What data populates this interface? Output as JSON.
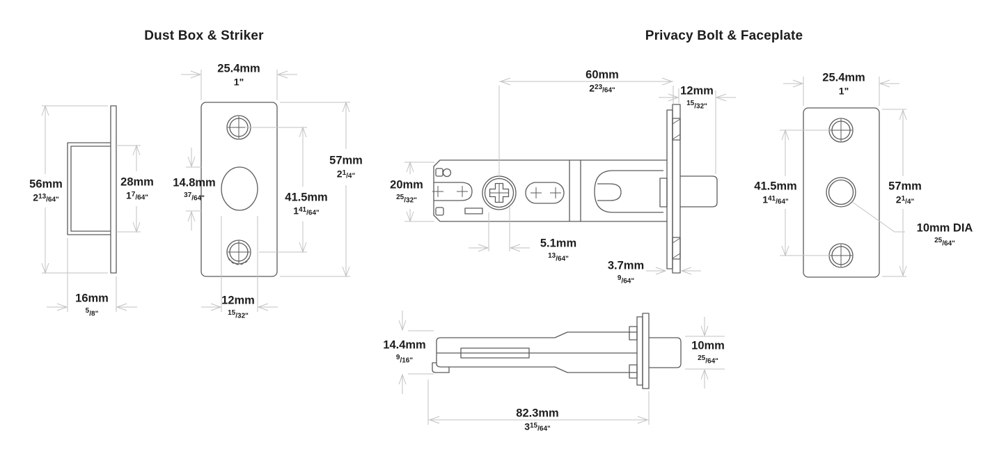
{
  "titles": {
    "left": "Dust Box & Striker",
    "right": "Privacy Bolt & Faceplate"
  },
  "colors": {
    "background": "#ffffff",
    "part_line": "#5a5a5c",
    "dimension_line": "#c2c2c2",
    "text": "#1d1d1f"
  },
  "dims": {
    "dustbox_height": {
      "mm": "56mm",
      "w": "2",
      "n": "13",
      "d": "/64\""
    },
    "dustbox_inner_height": {
      "mm": "28mm",
      "w": "1",
      "n": "7",
      "d": "/64\""
    },
    "dustbox_depth": {
      "mm": "16mm",
      "n": "5",
      "d": "/8\""
    },
    "striker_width": {
      "mm": "25.4mm",
      "w": "1\""
    },
    "striker_height": {
      "mm": "57mm",
      "w": "2",
      "n": "1",
      "d": "/4\""
    },
    "striker_hole_height": {
      "mm": "14.8mm",
      "n": "37",
      "d": "/64\""
    },
    "striker_screw_spacing": {
      "mm": "41.5mm",
      "w": "1",
      "n": "41",
      "d": "/64\""
    },
    "striker_hole_width": {
      "mm": "12mm",
      "n": "15",
      "d": "/32\""
    },
    "bolt_backset": {
      "mm": "60mm",
      "w": "2",
      "n": "23",
      "d": "/64\""
    },
    "bolt_projection": {
      "mm": "12mm",
      "n": "15",
      "d": "/32\""
    },
    "bolt_body_height": {
      "mm": "20mm",
      "n": "25",
      "d": "/32\""
    },
    "bolt_spindle_offset": {
      "mm": "5.1mm",
      "n": "13",
      "d": "/64\""
    },
    "faceplate_thickness": {
      "mm": "3.7mm",
      "n": "9",
      "d": "/64\""
    },
    "bolt_side_height": {
      "mm": "14.4mm",
      "n": "9",
      "d": "/16\""
    },
    "bolt_overall_length": {
      "mm": "82.3mm",
      "w": "3",
      "n": "15",
      "d": "/64\""
    },
    "bolt_diameter": {
      "mm": "10mm",
      "n": "25",
      "d": "/64\""
    },
    "faceplate_width": {
      "mm": "25.4mm",
      "w": "1\""
    },
    "faceplate_screw_spacing": {
      "mm": "41.5mm",
      "w": "1",
      "n": "41",
      "d": "/64\""
    },
    "faceplate_height": {
      "mm": "57mm",
      "w": "2",
      "n": "1",
      "d": "/4\""
    },
    "faceplate_hole_diameter": {
      "mm": "10mm DIA",
      "n": "25",
      "d": "/64\""
    }
  }
}
